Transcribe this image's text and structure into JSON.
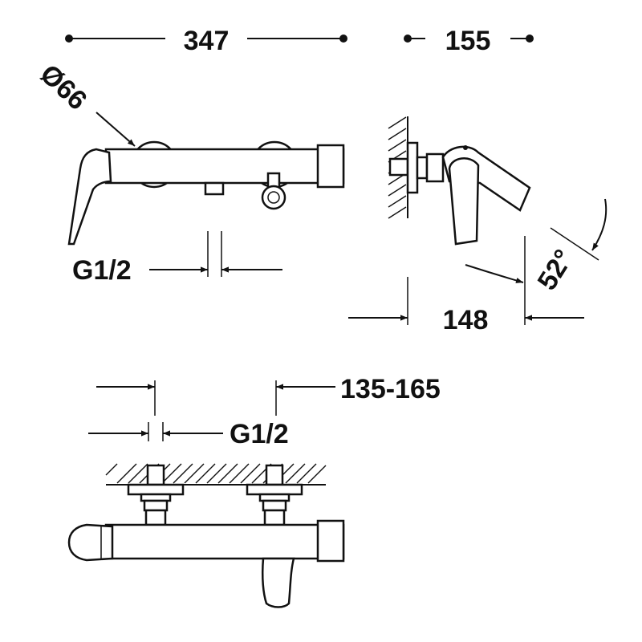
{
  "dimensions": {
    "overall_length": "347",
    "depth": "155",
    "diameter": "Ø66",
    "thread_top": "G1/2",
    "projection": "148",
    "angle": "52°",
    "center_distance": "135-165",
    "thread_bottom": "G1/2"
  },
  "colors": {
    "line": "#111111",
    "background": "#ffffff"
  }
}
